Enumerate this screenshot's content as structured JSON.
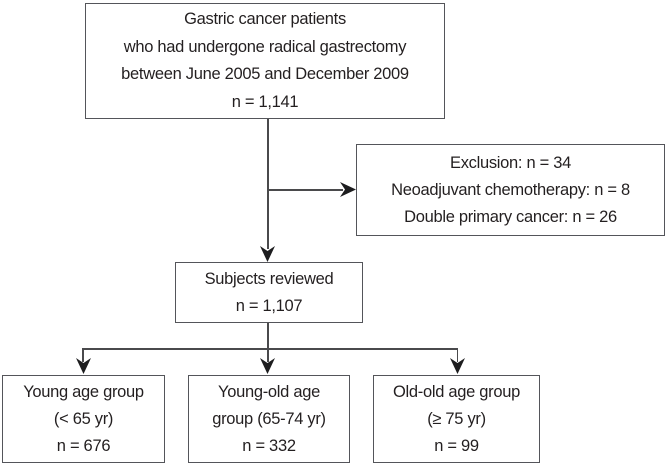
{
  "diagram": {
    "type": "flowchart",
    "nodes": {
      "source": {
        "lines": [
          "Gastric cancer patients",
          "who had undergone radical gastrectomy",
          "between June 2005 and December 2009",
          "n = 1,141"
        ]
      },
      "exclusion": {
        "lines": [
          "Exclusion: n = 34",
          "Neoadjuvant chemotherapy: n = 8",
          "Double primary cancer: n = 26"
        ]
      },
      "subjects": {
        "lines": [
          "Subjects reviewed",
          "n = 1,107"
        ]
      },
      "young": {
        "lines": [
          "Young age group",
          "(< 65 yr)",
          "n = 676"
        ]
      },
      "young_old": {
        "lines": [
          "Young-old age",
          "group (65-74 yr)",
          "n = 332"
        ]
      },
      "old_old": {
        "lines": [
          "Old-old age group",
          "(≥ 75 yr)",
          "n = 99"
        ]
      }
    },
    "colors": {
      "background": "#ffffff",
      "box_border": "#54555a",
      "text": "#231f20",
      "line": "#4a4a4c",
      "arrow": "#1d1d1f"
    }
  }
}
